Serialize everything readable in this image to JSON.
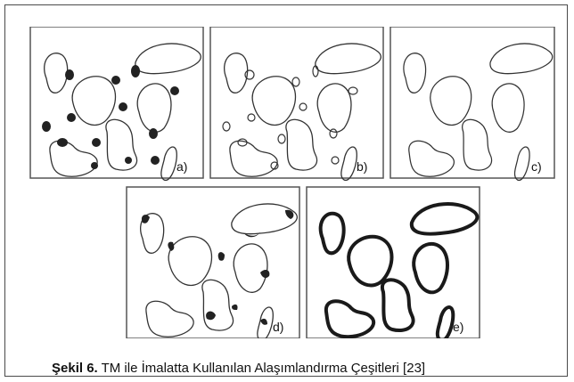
{
  "panels": [
    {
      "label": "a)",
      "type": "dark-particles-between-grains"
    },
    {
      "label": "b)",
      "type": "open-particles-between-grains"
    },
    {
      "label": "c)",
      "type": "grains-only"
    },
    {
      "label": "d)",
      "type": "dark-particles-attached-to-grains"
    },
    {
      "label": "e)",
      "type": "coated-grains"
    }
  ],
  "caption": {
    "title": "Şekil 6.",
    "text": " TM ile İmalatta Kullanılan Alaşımlandırma Çeşitleri [23]"
  }
}
